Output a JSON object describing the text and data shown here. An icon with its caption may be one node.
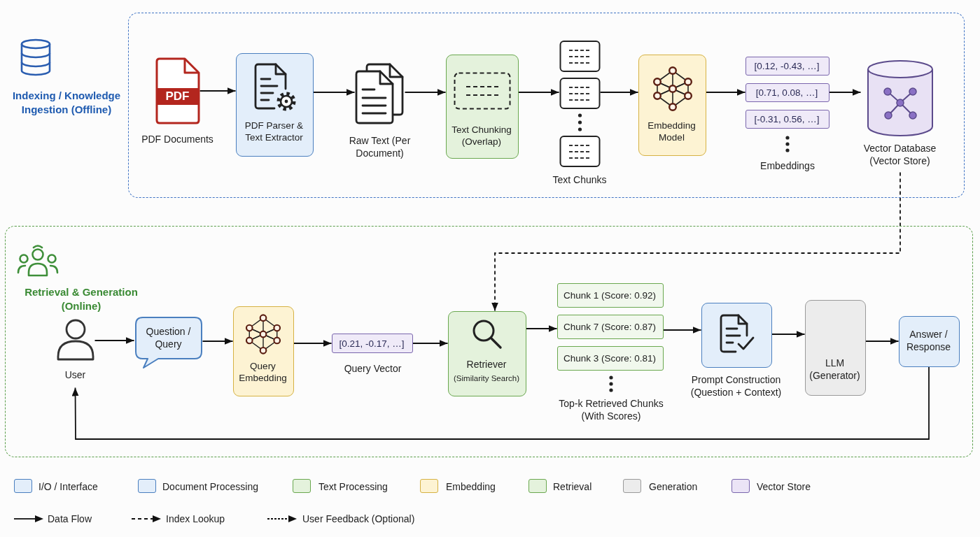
{
  "diagram": {
    "nodes": [
      {
        "text": [
          "Indexing / Knowledge Ingestion (Offline)"
        ]
      },
      {
        "text": [
          "PDF",
          "PDF Documents"
        ],
        "in": 0
      },
      {
        "text": [
          "PDF Parser & Text Extractor"
        ],
        "in": 0
      },
      {
        "text": [
          "Raw Text (Per Document)"
        ],
        "in": 0
      },
      {
        "text": [
          "Text Chunking (Overlap)"
        ],
        "in": 0
      },
      {
        "text": [
          "Text Chunks"
        ],
        "in": 0
      },
      {
        "text": [
          "Embedding Model"
        ],
        "in": 0
      },
      {
        "text": [
          "[0.12, -0.43, …]"
        ],
        "in": 0
      },
      {
        "text": [
          "[0.71, 0.08, …]"
        ],
        "in": 0
      },
      {
        "text": [
          "[-0.31, 0.56, …]"
        ],
        "in": 0
      },
      {
        "text": [
          "Vector Database (Vector Store)"
        ],
        "in": 0
      },
      {
        "text": [
          "Retrieval & Generation (Online)"
        ]
      },
      {
        "text": [
          "User"
        ],
        "in": 11
      },
      {
        "text": [
          "Question / Query"
        ],
        "in": 11
      },
      {
        "text": [
          "Query Embedding"
        ],
        "in": 11
      },
      {
        "text": [
          "[0.21, -0.17, …]"
        ],
        "beside": [
          "Query Vector"
        ],
        "in": 11
      },
      {
        "text": [
          "Retriever",
          "(Similarity Search)"
        ],
        "in": 11
      },
      {
        "text": [
          "Chunk 1 (Score: 0.92)"
        ],
        "in": 11
      },
      {
        "text": [
          "Chunk 7 (Score: 0.87)"
        ],
        "in": 11
      },
      {
        "text": [
          "Chunk 3 (Score: 0.81)"
        ],
        "in": 11
      },
      {
        "text": [
          "Prompt Construction (Question + Context)"
        ],
        "in": 11
      },
      {
        "text": [
          "LLM (Generator)"
        ],
        "in": 11
      },
      {
        "text": [
          "Answer / Response"
        ],
        "in": 11
      }
    ],
    "edges": [
      {
        "from": 1,
        "to": 2,
        "arrow": "to"
      },
      {
        "from": 2,
        "to": 3,
        "arrow": "to"
      },
      {
        "from": 3,
        "to": 4,
        "arrow": "to"
      },
      {
        "from": 4,
        "to": 5,
        "arrow": "to"
      },
      {
        "from": 5,
        "to": 6,
        "arrow": "to"
      },
      {
        "from": 6,
        "to": 8,
        "arrow": "to"
      },
      {
        "from": 8,
        "to": 10,
        "arrow": "to"
      },
      {
        "from": 10,
        "to": 16,
        "arrow": "to",
        "style": "dashed"
      },
      {
        "from": 12,
        "to": 13,
        "arrow": "to"
      },
      {
        "from": 13,
        "to": 14,
        "arrow": "to"
      },
      {
        "from": 14,
        "to": 15,
        "arrow": "to"
      },
      {
        "from": 15,
        "to": 16,
        "arrow": "to"
      },
      {
        "from": 16,
        "to": 18,
        "arrow": "to"
      },
      {
        "from": 18,
        "to": 20,
        "arrow": "to"
      },
      {
        "from": 20,
        "to": 21,
        "arrow": "to"
      },
      {
        "from": 21,
        "to": 22,
        "arrow": "to"
      },
      {
        "from": 22,
        "to": 12,
        "arrow": "to"
      }
    ],
    "labels": [
      "Embeddings",
      "Top-k Retrieved Chunks (With Scores)"
    ],
    "legend": [
      {
        "text": "I/O / Interface",
        "color": "#e3eefa"
      },
      {
        "text": "Document Processing",
        "color": "#e3eefa"
      },
      {
        "text": "Text Processing",
        "color": "#e4f2dc"
      },
      {
        "text": "Embedding",
        "color": "#fdf3d3"
      },
      {
        "text": "Retrieval",
        "color": "#e4f2dc"
      },
      {
        "text": "Generation",
        "color": "#ececec"
      },
      {
        "text": "Vector Store",
        "color": "#ebe4f6"
      },
      {
        "text": "Data Flow"
      },
      {
        "text": "Index Lookup"
      },
      {
        "text": "User Feedback (Optional)"
      }
    ]
  }
}
